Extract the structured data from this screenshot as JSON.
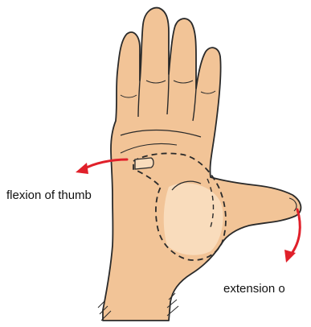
{
  "labels": {
    "flexion": "flexion of thumb",
    "extension": "extension o"
  },
  "colors": {
    "skin": "#f2c497",
    "skin_highlight": "#f9dcbc",
    "outline": "#2a2a2a",
    "arrow": "#e0202a",
    "text": "#111111"
  },
  "icons": {
    "hand": "open-palm-hand-illustration",
    "flexion_arrow": "curved-arrow-left",
    "extension_arrow": "curved-arrow-down"
  }
}
